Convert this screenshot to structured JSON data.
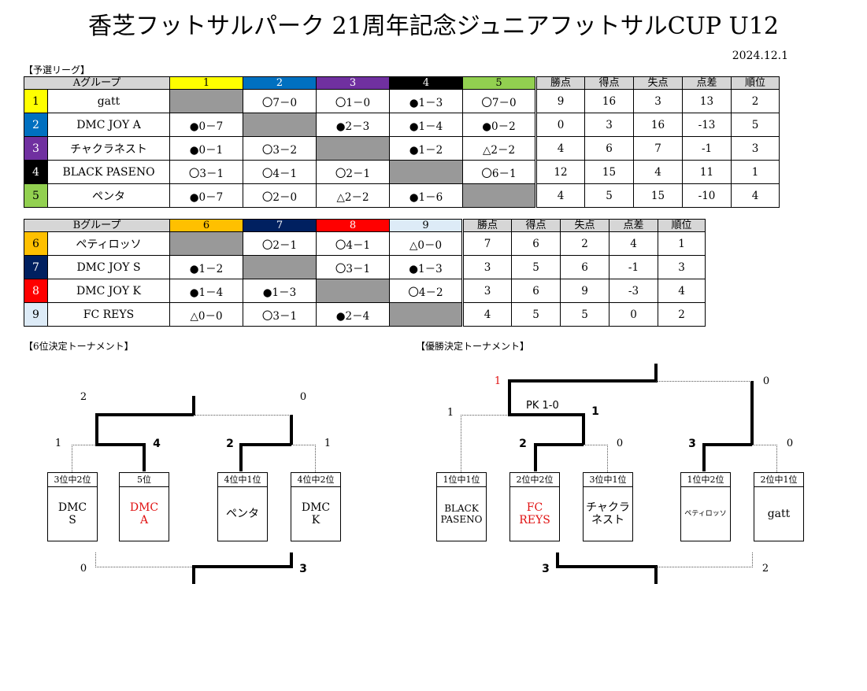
{
  "title": "香芝フットサルパーク 21周年記念ジュニアフットサルCUP U12",
  "date": "2024.12.1",
  "league_label": "【予選リーグ】",
  "colors": {
    "team1": "#ffff00",
    "team2": "#0070c0",
    "team3": "#7030a0",
    "team4": "#000000",
    "team5": "#92d050",
    "team6": "#ffc000",
    "team7": "#002060",
    "team8": "#ff0000",
    "team9": "#ddebf7",
    "self": "#999999",
    "winner": "#e01010"
  },
  "group_a": {
    "header": "Aグループ",
    "cols": [
      "1",
      "2",
      "3",
      "4",
      "5"
    ],
    "stat_headers": [
      "勝点",
      "得点",
      "失点",
      "点差",
      "順位"
    ],
    "rows": [
      {
        "num": "1",
        "team": "gatt",
        "results": [
          "",
          "〇7－0",
          "〇1－0",
          "●1－3",
          "〇7－0"
        ],
        "stats": [
          "9",
          "16",
          "3",
          "13",
          "2"
        ]
      },
      {
        "num": "2",
        "team": "DMC JOY A",
        "results": [
          "●0－7",
          "",
          "●2－3",
          "●1－4",
          "●0－2"
        ],
        "stats": [
          "0",
          "3",
          "16",
          "-13",
          "5"
        ]
      },
      {
        "num": "3",
        "team": "チャクラネスト",
        "results": [
          "●0－1",
          "〇3－2",
          "",
          "●1－2",
          "△2－2"
        ],
        "stats": [
          "4",
          "6",
          "7",
          "-1",
          "3"
        ]
      },
      {
        "num": "4",
        "team": "BLACK PASENO",
        "results": [
          "〇3－1",
          "〇4－1",
          "〇2－1",
          "",
          "〇6－1"
        ],
        "stats": [
          "12",
          "15",
          "4",
          "11",
          "1"
        ]
      },
      {
        "num": "5",
        "team": "ペンタ",
        "results": [
          "●0－7",
          "〇2－0",
          "△2－2",
          "●1－6",
          ""
        ],
        "stats": [
          "4",
          "5",
          "15",
          "-10",
          "4"
        ]
      }
    ]
  },
  "group_b": {
    "header": "Bグループ",
    "cols": [
      "6",
      "7",
      "8",
      "9"
    ],
    "stat_headers": [
      "勝点",
      "得点",
      "失点",
      "点差",
      "順位"
    ],
    "rows": [
      {
        "num": "6",
        "team": "ペティロッソ",
        "results": [
          "",
          "〇2－1",
          "〇4－1",
          "△0－0"
        ],
        "stats": [
          "7",
          "6",
          "2",
          "4",
          "1"
        ]
      },
      {
        "num": "7",
        "team": "DMC JOY S",
        "results": [
          "●1－2",
          "",
          "〇3－1",
          "●1－3"
        ],
        "stats": [
          "3",
          "5",
          "6",
          "-1",
          "3"
        ]
      },
      {
        "num": "8",
        "team": "DMC JOY K",
        "results": [
          "●1－4",
          "●1－3",
          "",
          "〇4－2"
        ],
        "stats": [
          "3",
          "6",
          "9",
          "-3",
          "4"
        ]
      },
      {
        "num": "9",
        "team": "FC REYS",
        "results": [
          "△0－0",
          "〇3－1",
          "●2－4",
          ""
        ],
        "stats": [
          "4",
          "5",
          "5",
          "0",
          "2"
        ]
      }
    ]
  },
  "sixth_label": "【6位決定トーナメント】",
  "final_label": "【優勝決定トーナメント】",
  "sixth": {
    "teams": [
      {
        "seed": "3位中2位",
        "name": "DMC\nS"
      },
      {
        "seed": "5位",
        "name": "DMC\nA"
      },
      {
        "seed": "4位中1位",
        "name": "ペンタ"
      },
      {
        "seed": "4位中2位",
        "name": "DMC\nK"
      }
    ],
    "scores": {
      "m1_left": "1",
      "m1_right": "4",
      "m2_left": "2",
      "m2_right": "1",
      "top_left": "2",
      "top_right": "0",
      "bottom_left": "0",
      "bottom_right": "3"
    }
  },
  "final": {
    "teams": [
      {
        "seed": "1位中1位",
        "name": "BLACK\nPASENO"
      },
      {
        "seed": "2位中2位",
        "name": "FC\nREYS"
      },
      {
        "seed": "3位中1位",
        "name": "チャクラ\nネスト"
      },
      {
        "seed": "1位中2位",
        "name": "ペティロッソ"
      },
      {
        "seed": "2位中1位",
        "name": "gatt"
      }
    ],
    "pk": "PK 1-0",
    "scores": {
      "m1_left": "2",
      "m1_right": "0",
      "semi1_left": "1",
      "semi1_right": "1",
      "m3_left": "3",
      "m3_right": "0",
      "final_left": "1",
      "final_right": "0",
      "bottom_left": "3",
      "bottom_right": "2"
    }
  }
}
